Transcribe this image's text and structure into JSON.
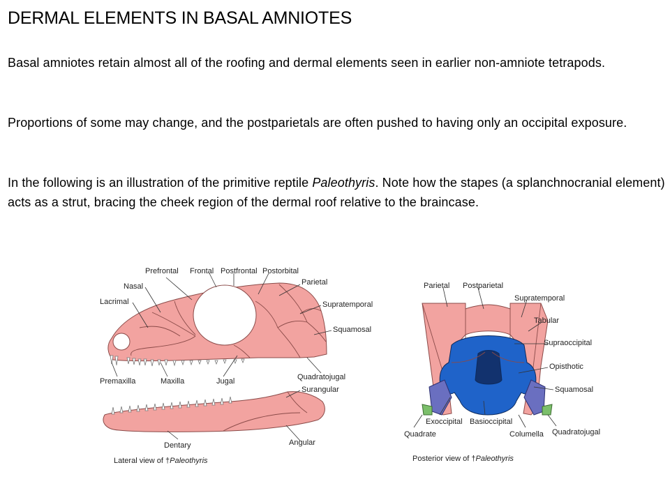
{
  "slide": {
    "title": "DERMAL ELEMENTS IN BASAL AMNIOTES",
    "paragraph1": "Basal amniotes retain almost all of the roofing and dermal elements seen in earlier non-amniote tetrapods.",
    "paragraph2": "Proportions of some may change, and the postparietals are often pushed to having only an occipital exposure.",
    "paragraph3": {
      "before": "In the following is an illustration of the primitive reptile ",
      "italic": "Paleothyris",
      "after": ".  Note how the stapes (a splanchnocranial element) acts as a strut, bracing the cheek region of the dermal roof relative to the braincase."
    }
  },
  "lateral_view": {
    "caption_prefix": "Lateral view of †",
    "caption_taxon": "Paleothyris",
    "labels": {
      "prefrontal": "Prefrontal",
      "frontal": "Frontal",
      "postfrontal": "Postfrontal",
      "postorbital": "Postorbital",
      "parietal": "Parietal",
      "nasal": "Nasal",
      "lacrimal": "Lacrimal",
      "supratemporal": "Supratemporal",
      "squamosal": "Squamosal",
      "quadratojugal": "Quadratojugal",
      "premaxilla": "Premaxilla",
      "maxilla": "Maxilla",
      "jugal": "Jugal",
      "surangular": "Surangular",
      "dentary": "Dentary",
      "angular": "Angular"
    },
    "colors": {
      "dermal_bone": "#f2a3a0",
      "outline": "#8a4a48"
    }
  },
  "posterior_view": {
    "caption_prefix": "Posterior view of †",
    "caption_taxon": "Paleothyris",
    "labels": {
      "parietal": "Parietal",
      "postparietal": "Postparietal",
      "supratemporal": "Supratemporal",
      "tabular": "Tabular",
      "supraoccipital": "Supraoccipital",
      "opisthotic": "Opisthotic",
      "squamosal": "Squamosal",
      "quadratojugal": "Quadratojugal",
      "exoccipital": "Exoccipital",
      "basioccipital": "Basioccipital",
      "quadrate": "Quadrate",
      "columella": "Columella"
    },
    "colors": {
      "dermal_bone": "#f2a3a0",
      "braincase": "#1f63c9",
      "braincase_dark": "#12326e",
      "quadrate": "#6a6fc0",
      "quadratojugal": "#7bbf6a"
    }
  }
}
